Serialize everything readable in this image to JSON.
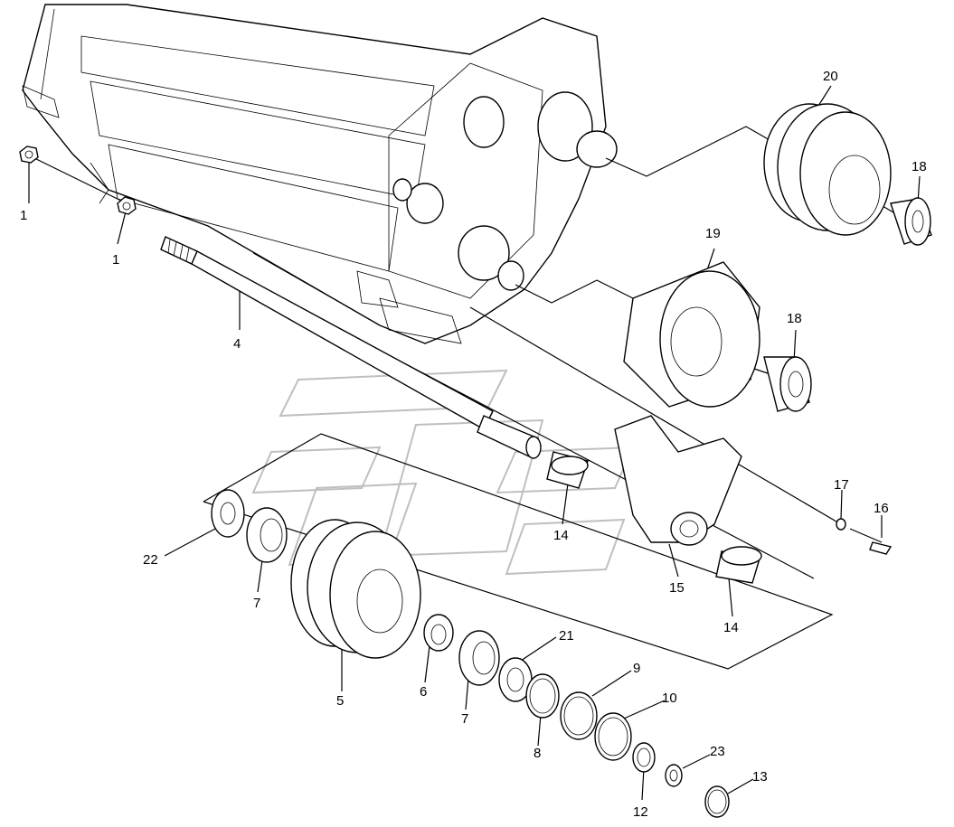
{
  "diagram": {
    "labels": [
      {
        "id": "1a",
        "text": "1"
      },
      {
        "id": "1b",
        "text": "1"
      },
      {
        "id": "4",
        "text": "4"
      },
      {
        "id": "5",
        "text": "5"
      },
      {
        "id": "6",
        "text": "6"
      },
      {
        "id": "7a",
        "text": "7"
      },
      {
        "id": "7b",
        "text": "7"
      },
      {
        "id": "8",
        "text": "8"
      },
      {
        "id": "9",
        "text": "9"
      },
      {
        "id": "10",
        "text": "10"
      },
      {
        "id": "12",
        "text": "12"
      },
      {
        "id": "13",
        "text": "13"
      },
      {
        "id": "14a",
        "text": "14"
      },
      {
        "id": "14b",
        "text": "14"
      },
      {
        "id": "15",
        "text": "15"
      },
      {
        "id": "16",
        "text": "16"
      },
      {
        "id": "17",
        "text": "17"
      },
      {
        "id": "18a",
        "text": "18"
      },
      {
        "id": "18b",
        "text": "18"
      },
      {
        "id": "19",
        "text": "19"
      },
      {
        "id": "20",
        "text": "20"
      },
      {
        "id": "21",
        "text": "21"
      },
      {
        "id": "22",
        "text": "22"
      },
      {
        "id": "23",
        "text": "23"
      }
    ]
  }
}
